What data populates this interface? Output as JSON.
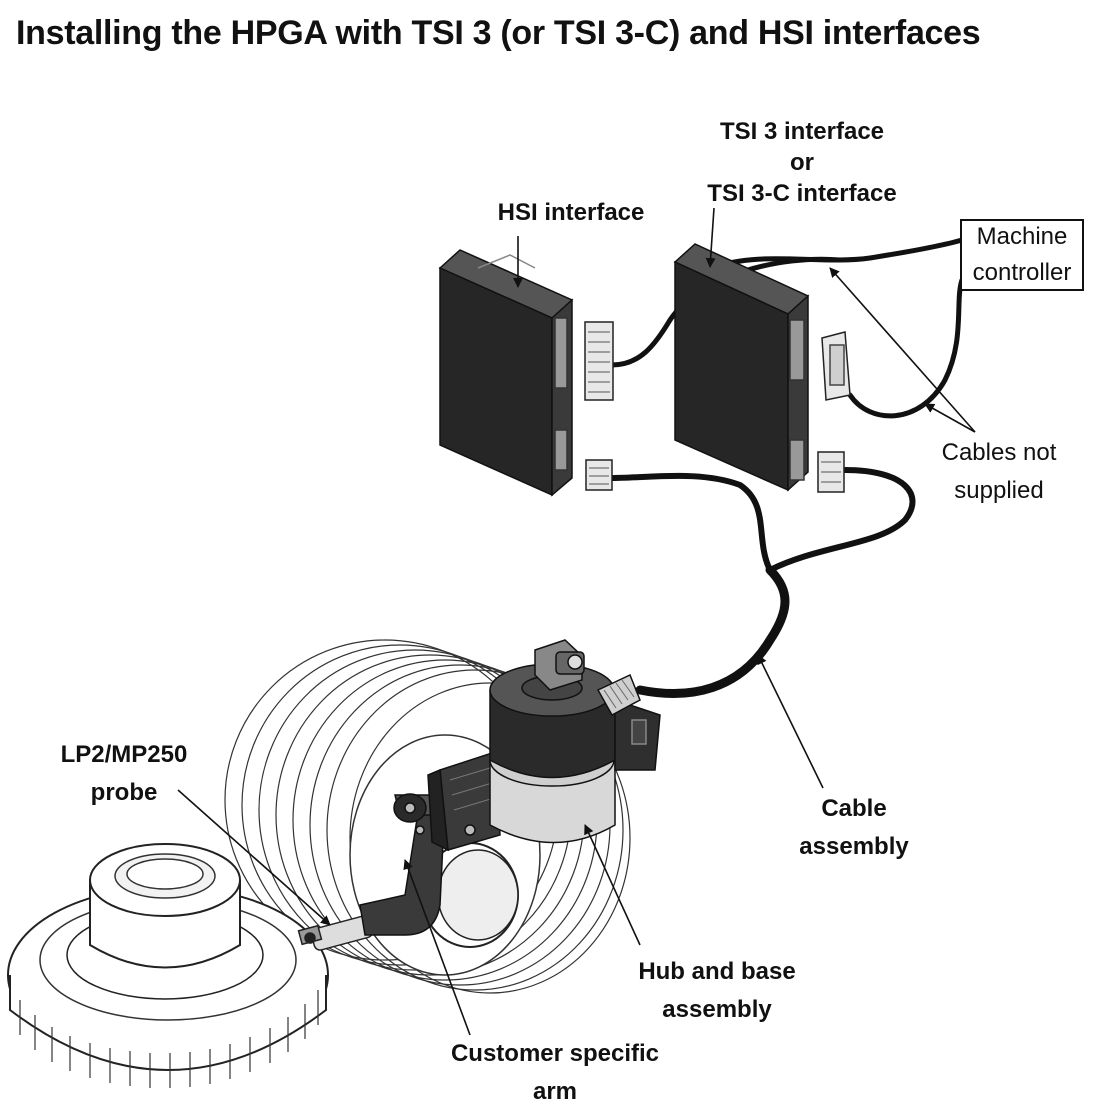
{
  "title": "Installing the HPGA with TSI 3 (or TSI 3-C) and HSI interfaces",
  "labels": {
    "tsi": [
      "TSI 3 interface",
      "or",
      "TSI 3-C interface"
    ],
    "hsi": "HSI interface",
    "machine_controller": [
      "Machine",
      "controller"
    ],
    "cables_not_supplied": [
      "Cables not",
      "supplied"
    ],
    "cable_assembly": [
      "Cable",
      "assembly"
    ],
    "probe": [
      "LP2/MP250",
      "probe"
    ],
    "hub": [
      "Hub and base",
      "assembly"
    ],
    "arm": [
      "Customer specific",
      "arm"
    ]
  },
  "colors": {
    "ink": "#111111",
    "unit_dark": "#3a3a3a",
    "unit_side": "#262626",
    "unit_top": "#555555",
    "metal": "#d4d4d4"
  }
}
